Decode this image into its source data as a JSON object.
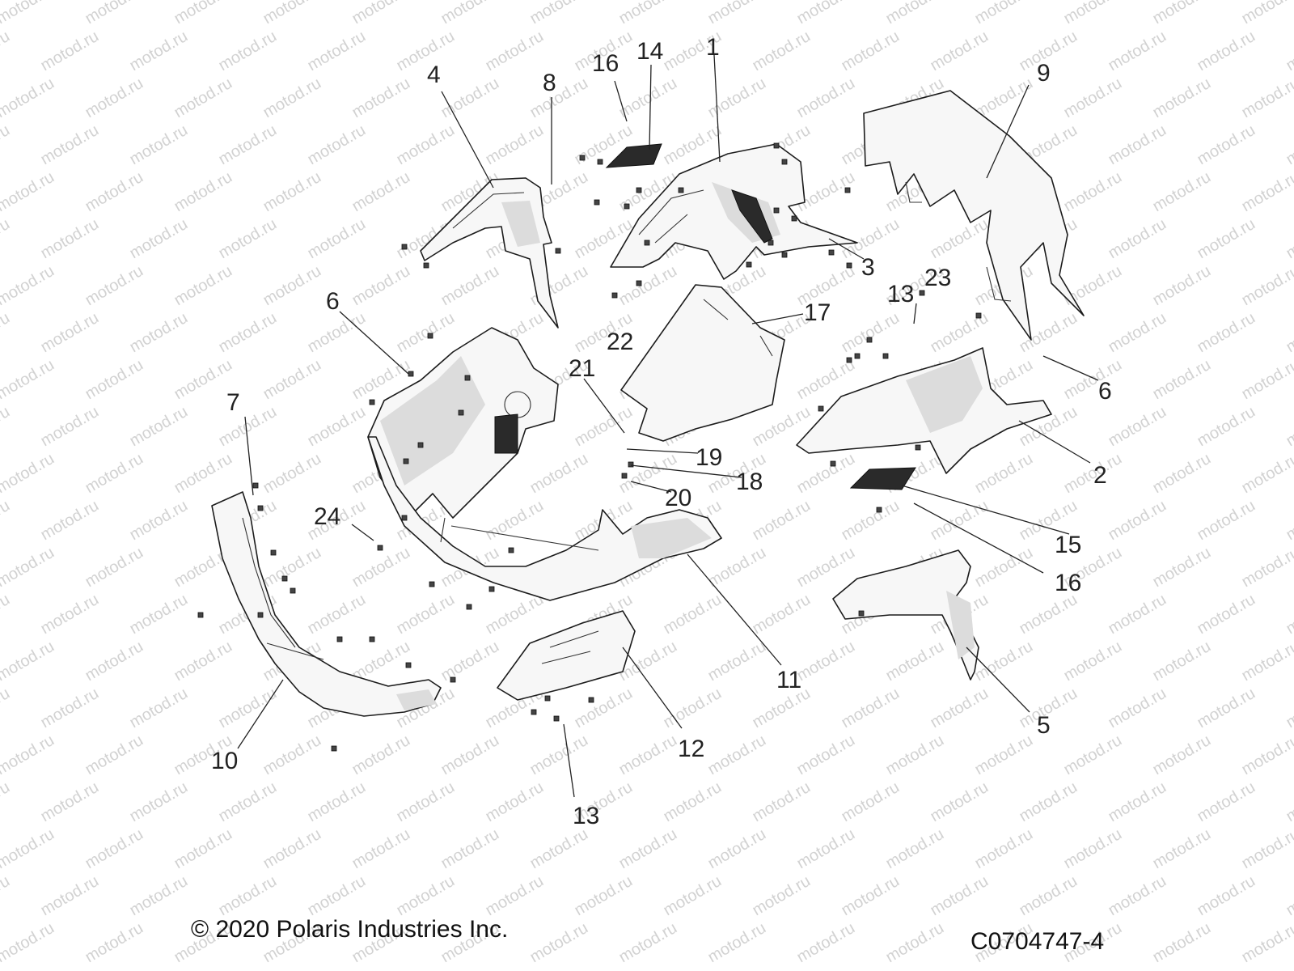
{
  "watermark": "motod.ru",
  "copyright": "© 2020 Polaris Industries Inc.",
  "figure_code": "C0704747-4",
  "callouts": [
    "1",
    "2",
    "3",
    "4",
    "5",
    "6",
    "6",
    "7",
    "8",
    "9",
    "10",
    "11",
    "12",
    "13",
    "13",
    "14",
    "15",
    "16",
    "16",
    "17",
    "18",
    "19",
    "20",
    "21",
    "22",
    "23",
    "24"
  ]
}
